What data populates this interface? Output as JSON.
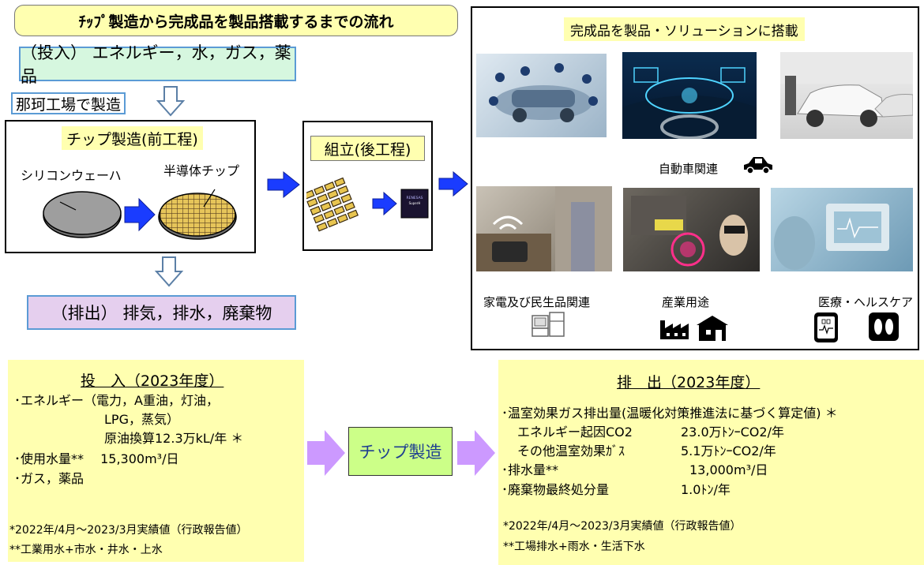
{
  "title": "ﾁｯﾌﾟ製造から完成品を製品搭載するまでの流れ",
  "input_flow": "（投入） エネルギー，水，ガス，薬品",
  "plant_label": "那珂工場で製造",
  "front_process": {
    "title": "チップ製造(前工程)",
    "silicon_label": "シリコンウェーハ",
    "chip_label": "半導体チップ"
  },
  "back_process": {
    "title": "組立(後工程)",
    "chip_brand": "RENESAS",
    "chip_model": "SuperH"
  },
  "output_flow": "（排出） 排気，排水，廃棄物",
  "products": {
    "title": "完成品を製品・ソリューションに搭載",
    "automotive_label": "自動車関連",
    "consumer_label": "家電及び民生品関連",
    "industrial_label": "産業用途",
    "medical_label": "医療・ヘルスケア"
  },
  "center_label": "チップ製造",
  "input_panel": {
    "title": "投　入（2023年度）",
    "lines": [
      "･エネルギー（電力，A重油，灯油，",
      "LPG，蒸気）",
      "原油換算12.3万kL/年 ＊",
      "･使用水量**　 15,300m³/日",
      "･ガス，薬品"
    ],
    "notes": [
      "*2022年/4月～2023/3月実績値（行政報告値）",
      "**工業用水+市水・井水・上水"
    ]
  },
  "output_panel": {
    "title": "排　出（2023年度）",
    "lines": [
      "･温室効果ガス排出量(温暖化対策推進法に基づく算定値) ＊",
      "エネルギー起因CO2",
      "23.0万ﾄﾝｰCO2/年",
      "その他温室効果ｶﾞｽ",
      "5.1万ﾄﾝｰCO2/年",
      "･排水量**",
      "13,000m³/日",
      "･廃棄物最終処分量",
      "1.0ﾄﾝ/年"
    ],
    "notes": [
      "*2022年/4月～2023/3月実績値（行政報告値）",
      "**工場排水+雨水・生活下水"
    ]
  },
  "colors": {
    "yellow_fill": "#ffffb0",
    "input_fill": "#d6f7df",
    "output_fill": "#e5cfee",
    "arrow_blue": "#1a3cff",
    "arrow_violet": "#cc99ff",
    "center_fill": "#ccff88"
  }
}
